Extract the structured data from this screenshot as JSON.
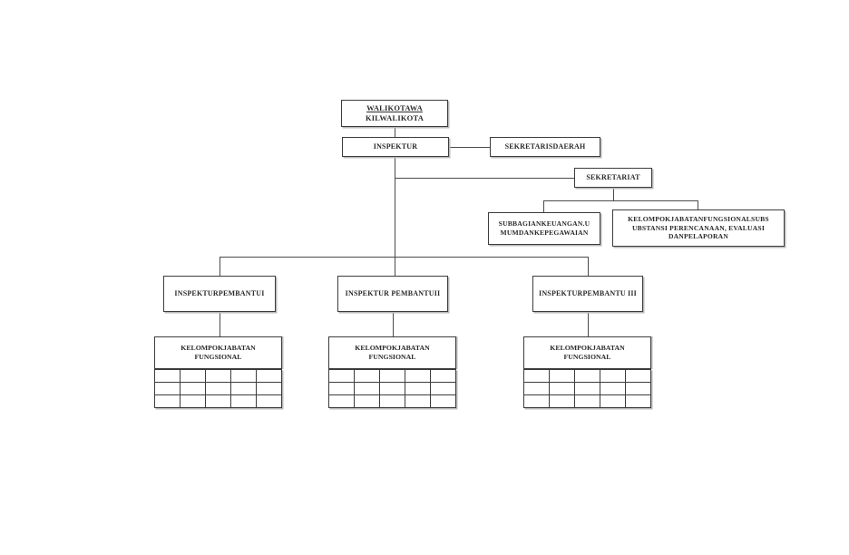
{
  "document": {
    "type": "organizational-chart",
    "background_color": "#ffffff",
    "line_color": "#4a4a4a",
    "box_border_color": "#3c3c3c",
    "text_color": "#2a2a2a"
  },
  "nodes": {
    "walikota": {
      "line1": "WALIKOTAWA",
      "line2": "KILWALIKOTA"
    },
    "inspektur": {
      "label": "INSPEKTUR"
    },
    "sekretaris_daerah": {
      "label": "SEKRETARISDAERAH"
    },
    "sekretariat": {
      "label": "SEKRETARIAT"
    },
    "subbagian": {
      "line1": "SUBBAGIANKEUANGAN.U",
      "line2": "MUMDANKEPEGAWAIAN"
    },
    "kelompok_substansi": {
      "line1": "KELOMPOKJABATANFUNGSIONALSUBS",
      "line2": "UBSTANSI PERENCANAAN, EVALUASI",
      "line3": "DANPELAPORAN"
    },
    "irban1": {
      "label": "INSPEKTURPEMBANTUI"
    },
    "irban2": {
      "label": "INSPEKTUR PEMBANTUII"
    },
    "irban3": {
      "label": "INSPEKTURPEMBANTU III"
    }
  },
  "fungsional_groups": [
    {
      "id": "kjf-1",
      "line1": "KELOMPOKJABATAN",
      "line2": "FUNGSIONAL",
      "grid": {
        "columns": 5,
        "rows": 3
      }
    },
    {
      "id": "kjf-2",
      "line1": "KELOMPOKJABATAN",
      "line2": "FUNGSIONAL",
      "grid": {
        "columns": 5,
        "rows": 3
      }
    },
    {
      "id": "kjf-3",
      "line1": "KELOMPOKJABATAN",
      "line2": "FUNGSIONAL",
      "grid": {
        "columns": 5,
        "rows": 3
      }
    }
  ]
}
